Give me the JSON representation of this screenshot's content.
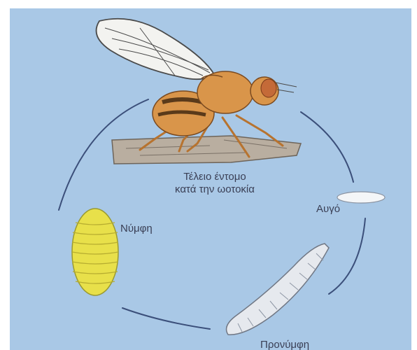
{
  "diagram": {
    "stages": {
      "adult": {
        "line1": "Τέλειο έντομο",
        "line2": "κατά την ωοτοκία"
      },
      "egg": "Αυγό",
      "pupa": "Νύμφη",
      "larva": "Προνύμφη"
    },
    "colors": {
      "background": "#a9c8e6",
      "cycle_line": "#3b4f7a",
      "fly_body": "#d9954a",
      "pupa": "#e8e04a",
      "larva": "#e6e9ee",
      "egg": "#f4f6f8"
    }
  }
}
